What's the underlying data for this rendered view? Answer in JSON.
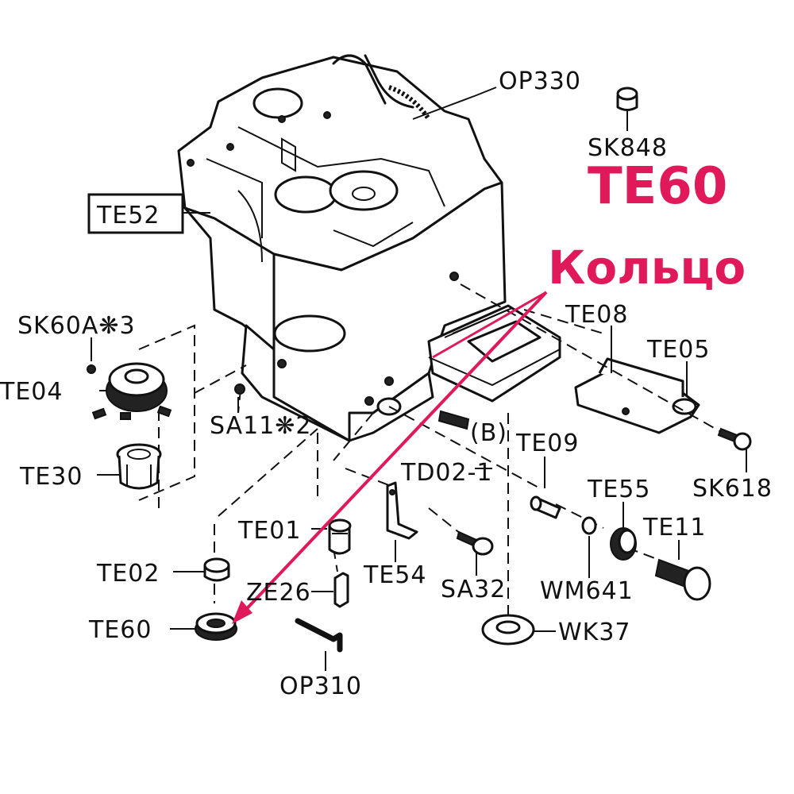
{
  "highlight": {
    "part_code": "TE60",
    "part_name": "Кольцо",
    "color": "#e0195a"
  },
  "labels": {
    "op330": "OP330",
    "sk848": "SK848",
    "te52": "TE52",
    "sk60a": "SK60A❋3",
    "te04": "TE04",
    "sa11": "SA11❋2",
    "te30": "TE30",
    "te08": "TE08",
    "te05": "TE05",
    "b": "(B)",
    "te09": "TE09",
    "td02": "TD02-1",
    "sk618": "SK618",
    "te55": "TE55",
    "te11": "TE11",
    "te01": "TE01",
    "te02": "TE02",
    "ze26": "ZE26",
    "te54": "TE54",
    "sa32": "SA32",
    "wm641": "WM641",
    "te60": "TE60",
    "wk37": "WK37",
    "op310": "OP310"
  }
}
